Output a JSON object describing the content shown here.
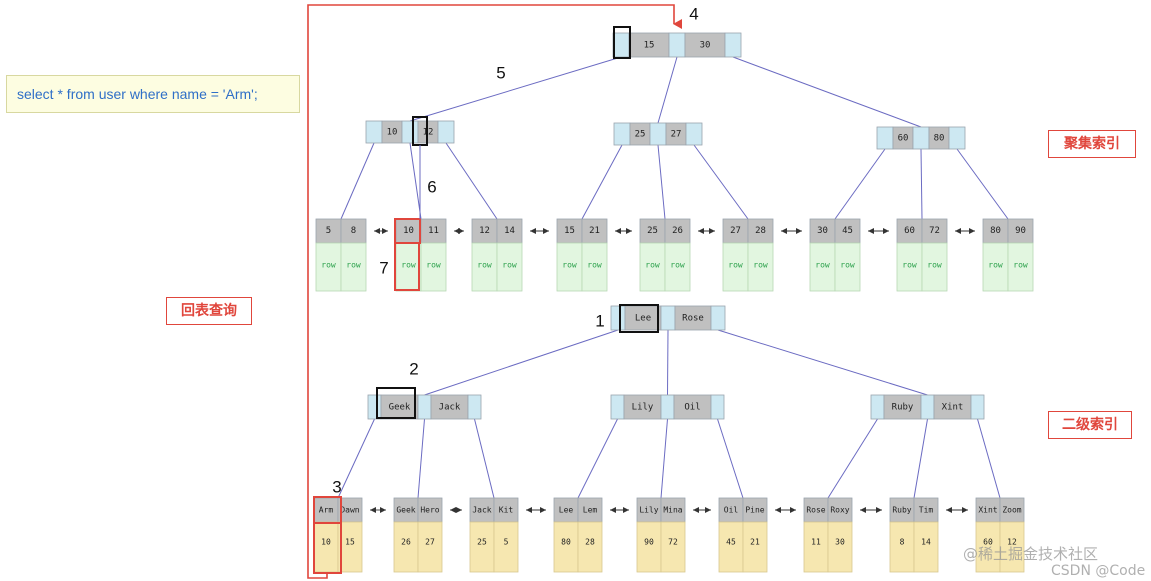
{
  "query": "select * from user where name = 'Arm';",
  "labels": {
    "clustered_index": "聚集索引",
    "secondary_index": "二级索引",
    "back_to_table": "回表查询"
  },
  "steps": [
    "1",
    "2",
    "3",
    "4",
    "5",
    "6",
    "7"
  ],
  "watermark": {
    "juejin": "@稀土掘金技术社区",
    "csdn": "CSDN @Code"
  },
  "colors": {
    "pointer_cell": "#cde8f2",
    "key_cell": "#c0c0c0",
    "row_cell": "#e2f6e0",
    "row_text": "#2aa04a",
    "id_cell": "#f6e7b0",
    "tree_line": "#6b6bc2",
    "highlight_red": "#e0463c",
    "highlight_black": "#111111"
  },
  "clustered": {
    "root": [
      "15",
      "30"
    ],
    "internal": [
      [
        "10",
        "12"
      ],
      [
        "25",
        "27"
      ],
      [
        "60",
        "80"
      ]
    ],
    "leaves": [
      {
        "keys": [
          "5",
          "8"
        ],
        "rows": [
          "row",
          "row"
        ]
      },
      {
        "keys": [
          "10",
          "11"
        ],
        "rows": [
          "row",
          "row"
        ]
      },
      {
        "keys": [
          "12",
          "14"
        ],
        "rows": [
          "row",
          "row"
        ]
      },
      {
        "keys": [
          "15",
          "21"
        ],
        "rows": [
          "row",
          "row"
        ]
      },
      {
        "keys": [
          "25",
          "26"
        ],
        "rows": [
          "row",
          "row"
        ]
      },
      {
        "keys": [
          "27",
          "28"
        ],
        "rows": [
          "row",
          "row"
        ]
      },
      {
        "keys": [
          "30",
          "45"
        ],
        "rows": [
          "row",
          "row"
        ]
      },
      {
        "keys": [
          "60",
          "72"
        ],
        "rows": [
          "row",
          "row"
        ]
      },
      {
        "keys": [
          "80",
          "90"
        ],
        "rows": [
          "row",
          "row"
        ]
      }
    ]
  },
  "secondary": {
    "root": [
      "Lee",
      "Rose"
    ],
    "internal": [
      [
        "Geek",
        "Jack"
      ],
      [
        "Lily",
        "Oil"
      ],
      [
        "Ruby",
        "Xint"
      ]
    ],
    "leaves": [
      {
        "keys": [
          "Arm",
          "Dawn"
        ],
        "ids": [
          "10",
          "15"
        ]
      },
      {
        "keys": [
          "Geek",
          "Hero"
        ],
        "ids": [
          "26",
          "27"
        ]
      },
      {
        "keys": [
          "Jack",
          "Kit"
        ],
        "ids": [
          "25",
          "5"
        ]
      },
      {
        "keys": [
          "Lee",
          "Lem"
        ],
        "ids": [
          "80",
          "28"
        ]
      },
      {
        "keys": [
          "Lily",
          "Mina"
        ],
        "ids": [
          "90",
          "72"
        ]
      },
      {
        "keys": [
          "Oil",
          "Pine"
        ],
        "ids": [
          "45",
          "21"
        ]
      },
      {
        "keys": [
          "Rose",
          "Roxy"
        ],
        "ids": [
          "11",
          "30"
        ]
      },
      {
        "keys": [
          "Ruby",
          "Tim"
        ],
        "ids": [
          "8",
          "14"
        ]
      },
      {
        "keys": [
          "Xint",
          "Zoom"
        ],
        "ids": [
          "60",
          "12"
        ]
      }
    ]
  }
}
